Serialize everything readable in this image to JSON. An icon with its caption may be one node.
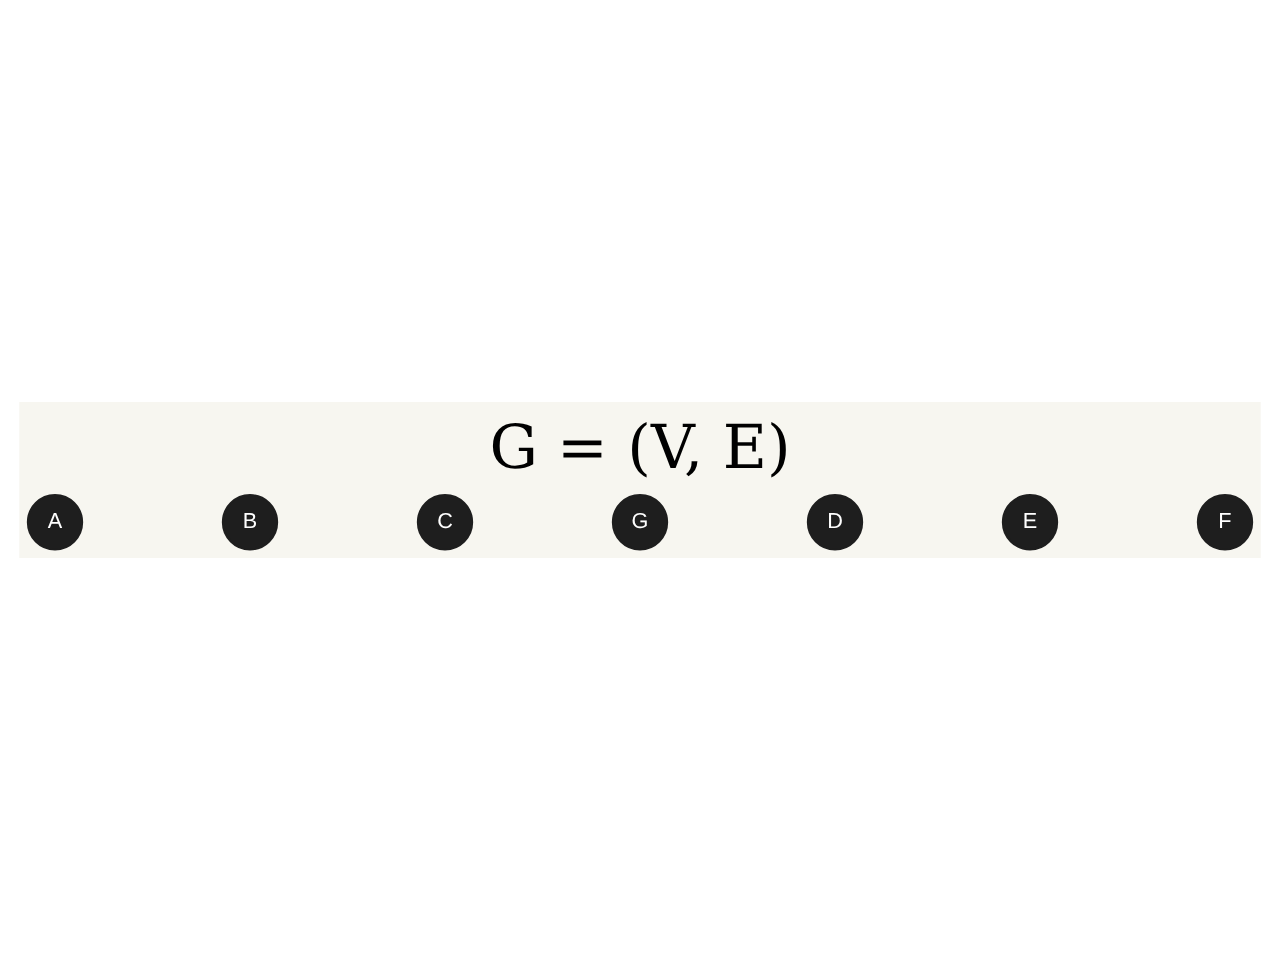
{
  "diagram": {
    "title": "G = (V, E)",
    "nodes": [
      {
        "text": [
          "A"
        ]
      },
      {
        "text": [
          "B"
        ]
      },
      {
        "text": [
          "C"
        ]
      },
      {
        "text": [
          "G"
        ]
      },
      {
        "text": [
          "D"
        ]
      },
      {
        "text": [
          "E"
        ]
      },
      {
        "text": [
          "F"
        ]
      }
    ]
  }
}
